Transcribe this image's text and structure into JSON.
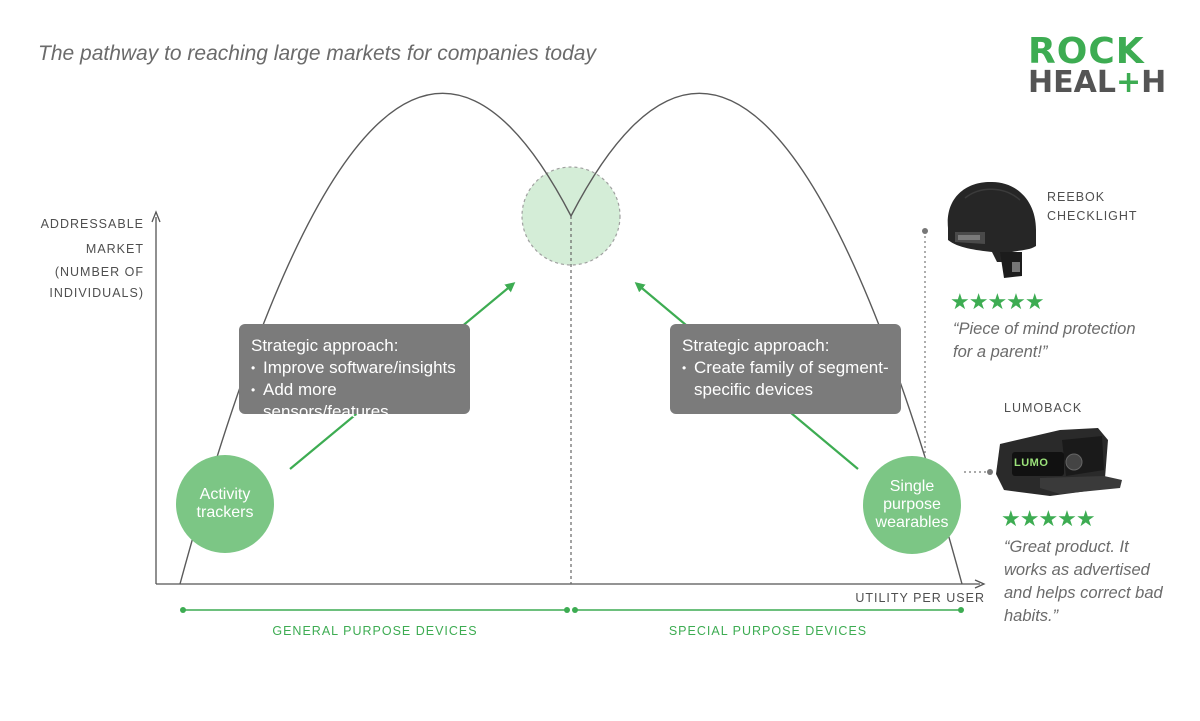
{
  "title": "The pathway to reaching large markets for companies today",
  "logo": {
    "line1": "ROCK",
    "line2_a": "HEAL",
    "line2_plus": "+",
    "line2_b": "H"
  },
  "y_axis_label": [
    "ADDRESSABLE",
    "MARKET",
    "(NUMBER OF",
    "INDIVIDUALS)"
  ],
  "x_axis_label": "UTILITY PER USER",
  "segments": {
    "general": "GENERAL PURPOSE DEVICES",
    "special": "SPECIAL PURPOSE DEVICES"
  },
  "strategies": {
    "left": {
      "heading": "Strategic approach:",
      "bullets": [
        "Improve software/insights",
        "Add more sensors/features"
      ]
    },
    "right": {
      "heading": "Strategic approach:",
      "bullets": [
        "Create family of segment-specific devices"
      ]
    }
  },
  "circles": {
    "left": "Activity trackers",
    "right": "Single purpose wearables"
  },
  "products": [
    {
      "name_line1": "REEBOK",
      "name_line2": "CHECKLIGHT",
      "stars": "★★★★★",
      "quote": "“Piece of mind protection for a parent!”",
      "icon": "cap-icon"
    },
    {
      "name_line1": "LUMOBACK",
      "name_line2": "",
      "stars": "★★★★★",
      "quote": "“Great product. It works as advertised and helps correct bad habits.”",
      "icon": "posture-belt-icon",
      "device_text": "LUMO"
    }
  ],
  "colors": {
    "accent": "#3dac52",
    "circle_fill": "#7cc685",
    "peak_fill": "#d4edd7",
    "box": "#7b7b7b",
    "curve": "#5a5a5a"
  }
}
